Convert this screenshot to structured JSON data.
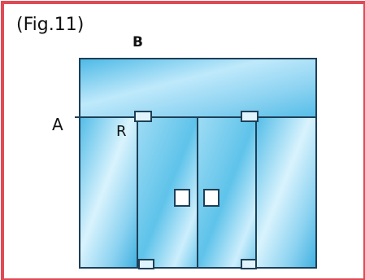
{
  "caption": "(Fig.11)",
  "labels": {
    "a": "A",
    "b": "B",
    "r": "R"
  },
  "colors": {
    "frame_border": "#e04a55",
    "glass_light": "#dff4fd",
    "glass_mid": "#9fdcf4",
    "glass_deep": "#49b6e4",
    "outline": "#1f3f57"
  }
}
